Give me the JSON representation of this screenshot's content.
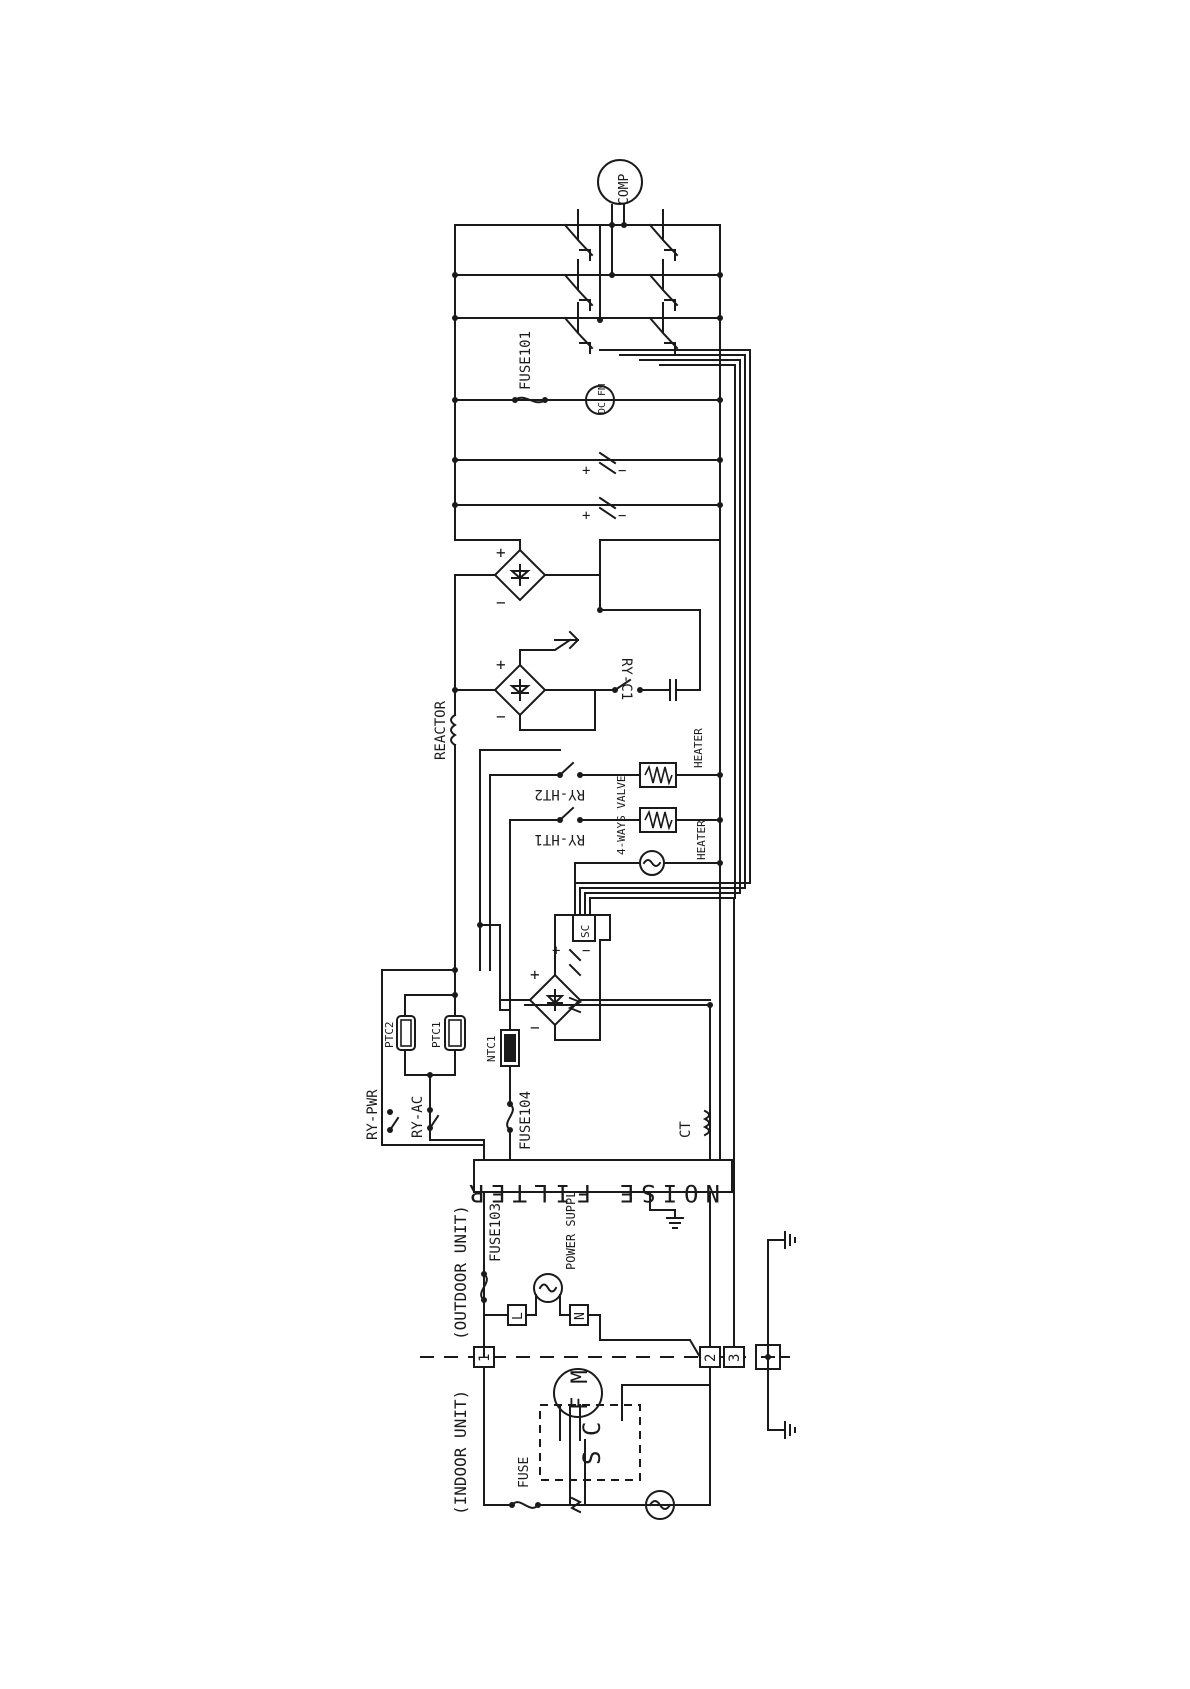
{
  "labels": {
    "indoor_unit": "(INDOOR UNIT)",
    "outdoor_unit": "(OUTDOOR UNIT)",
    "fuse": "FUSE",
    "fuse103": "FUSE103",
    "fuse104": "FUSE104",
    "fuse101": "FUSE101",
    "power_supply": "POWER SUPPLY",
    "noise_filter": "NOISE FILTER",
    "ry_pwr": "RY-PWR",
    "ry_ac": "RY-AC",
    "ptc1": "PTC1",
    "ptc2": "PTC2",
    "ntc1": "NTC1",
    "ct": "CT",
    "reactor": "REACTOR",
    "ry_c1": "RY-C1",
    "ry_ht1": "RY-HT1",
    "ry_ht2": "RY-HT2",
    "heater_1": "HEATER",
    "heater_2": "HEATER",
    "four_way_valve": "4-WAYS VALVE",
    "sc_small": "SC",
    "sc_large": "S C",
    "fm": "F M",
    "dc_fm": "DC FM",
    "comp": "COMP",
    "term_1": "1",
    "term_2": "2",
    "term_3": "3",
    "term_l": "L",
    "term_n": "N",
    "plus": "+",
    "minus": "−"
  }
}
